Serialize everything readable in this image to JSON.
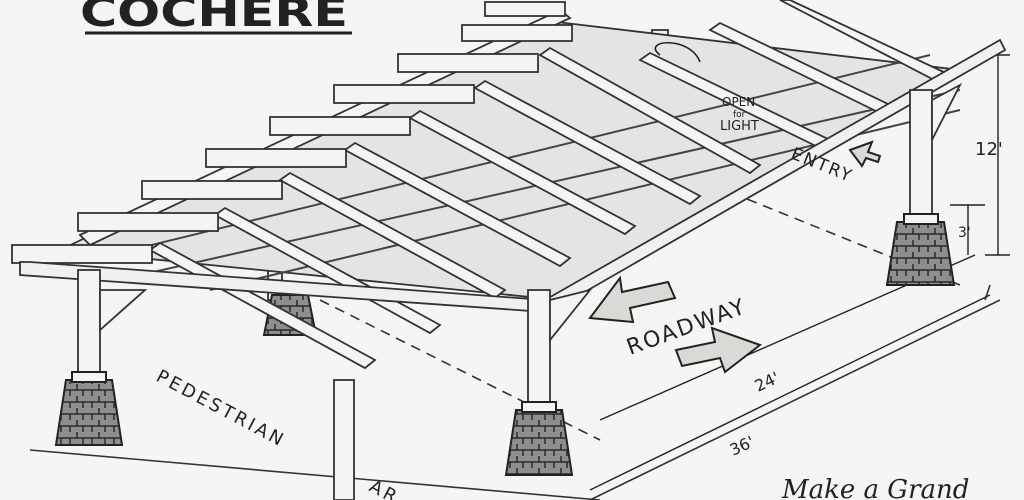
{
  "title": "COCHERE",
  "labels": {
    "open_line1": "OPEN",
    "open_line2": "for",
    "open_line3": "LIGHT",
    "entry": "ENTRY",
    "roadway": "ROADWAY",
    "pedestrian": "PEDESTRIAN",
    "pedestrian_tail": "AR",
    "dim_height": "12'",
    "dim_base": "3'",
    "dim_width": "24'",
    "dim_length": "36'",
    "tagline": "Make a Grand"
  }
}
